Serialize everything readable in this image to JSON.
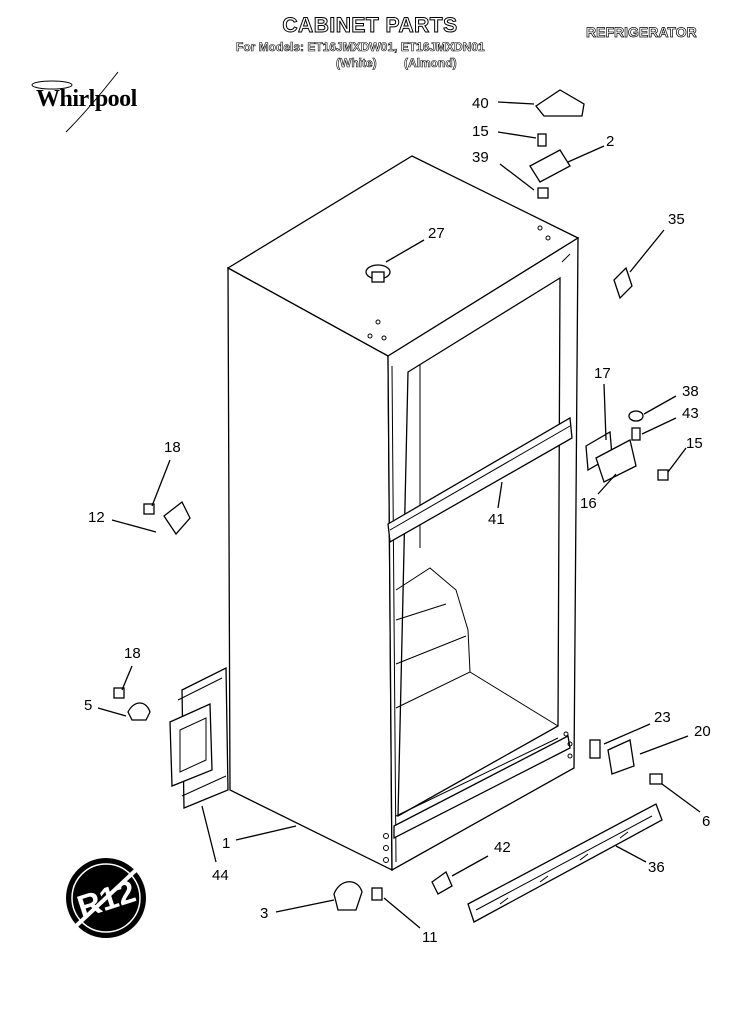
{
  "header": {
    "title": "CABINET PARTS",
    "models": "For Models: ET16JMXDW01, ET16JMXDN01",
    "variant_white": "(White)",
    "variant_almond": "(Almond)",
    "category": "REFRIGERATOR",
    "brand": "Whirlpool"
  },
  "callouts": {
    "c40": "40",
    "c15a": "15",
    "c2": "2",
    "c39": "39",
    "c27": "27",
    "c35": "35",
    "c17": "17",
    "c38": "38",
    "c43": "43",
    "c15b": "15",
    "c16": "16",
    "c18a": "18",
    "c12": "12",
    "c41": "41",
    "c18b": "18",
    "c5": "5",
    "c23": "23",
    "c20": "20",
    "c6": "6",
    "c1": "1",
    "c44": "44",
    "c42": "42",
    "c36": "36",
    "c3": "3",
    "c11": "11"
  },
  "badge": {
    "text": "R12"
  }
}
